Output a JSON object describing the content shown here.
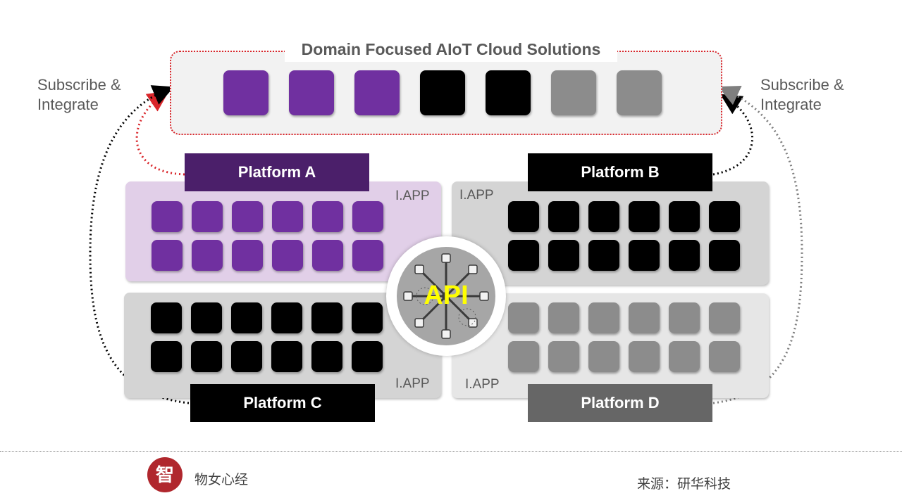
{
  "cloud": {
    "title": "Domain Focused AIoT Cloud Solutions"
  },
  "labels": {
    "left": [
      "Subscribe &",
      "Integrate"
    ],
    "right": [
      "Subscribe &",
      "Integrate"
    ]
  },
  "platforms": [
    {
      "name": "Platform A",
      "tag": "I.APP"
    },
    {
      "name": "Platform B",
      "tag": "I.APP"
    },
    {
      "name": "Platform C",
      "tag": "I.APP"
    },
    {
      "name": "Platform D",
      "tag": "I.APP"
    }
  ],
  "api": {
    "label": "API"
  },
  "colors": {
    "purple": "#7030a0",
    "black": "#000000",
    "gray": "#8c8c8c",
    "red": "#d9252a",
    "platform_a": "#4b1f6a",
    "platform_b": "#000000",
    "platform_c": "#000000",
    "platform_d": "#666666"
  },
  "footer": {
    "brand": "物女心经",
    "source": "来源：研华科技",
    "logo_char": "智"
  }
}
